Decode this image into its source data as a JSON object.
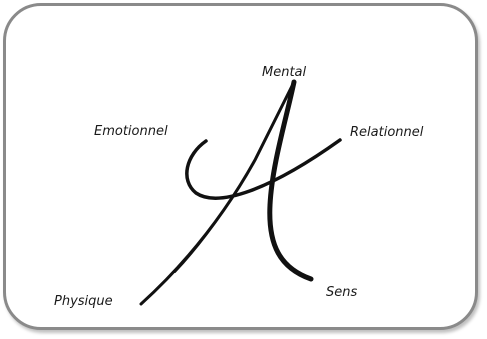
{
  "labels": {
    "mental": "Mental",
    "emotionnel": "Emotionnel",
    "relationnel": "Relationnel",
    "physique": "Physique",
    "sens": "Sens"
  },
  "colors": {
    "frame": "#8a8a8a",
    "stroke": "#111111",
    "text": "#1a1a1a"
  }
}
